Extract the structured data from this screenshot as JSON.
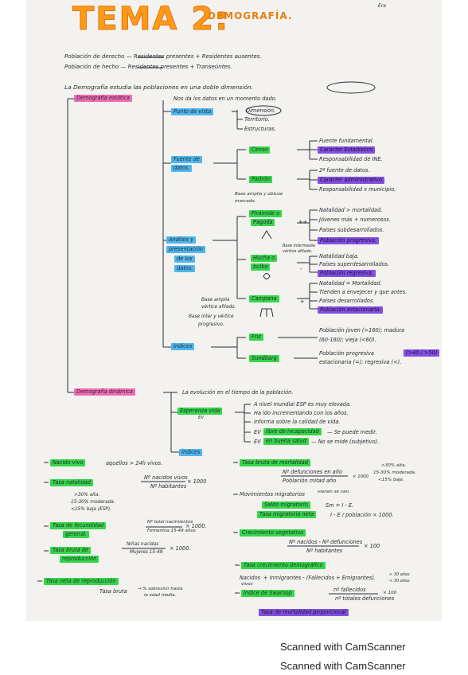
{
  "header": {
    "title": "TEMA 2:",
    "subtitle": "DEMOGRAFÍA.",
    "corner": "Era"
  },
  "definitions": [
    "Población de derecho — Residentes presentes + Residentes ausentes.",
    "Población de hecho — Residentes presentes + Transeúntes."
  ],
  "intro": "La Demografía estudia las poblaciones en una doble dimensión.",
  "estatica": {
    "label": "Demografía estática",
    "desc": "Nos da los datos en un momento dado.",
    "punto_vista": {
      "label": "Punto de vista",
      "items": [
        "Dimensión.",
        "Territorio.",
        "Estructuras."
      ]
    },
    "fuente": {
      "label": [
        "Fuente de",
        "datos."
      ],
      "censo": {
        "label": "Censo",
        "items": [
          "Fuente fundamental.",
          "Carácter Estadístico",
          "Responsabilidad de INE."
        ]
      },
      "padron": {
        "label": "Padrón",
        "items": [
          "2ª fuente de datos.",
          "Carácter administrativo",
          "Responsabilidad x municipio."
        ]
      },
      "nota": [
        "Base amplia y obtuse",
        "marcado."
      ]
    },
    "analisis": {
      "label": [
        "Análisis y",
        "presentación",
        "de los",
        "datos."
      ],
      "piramide": {
        "label": [
          "Pirámide o",
          "Pagoda"
        ],
        "sign": "++",
        "items": [
          "Natalidad > mortalidad.",
          "Jóvenes más + numerosos.",
          "Países subdesarrollados.",
          "Población progresiva."
        ]
      },
      "hucha": {
        "label": [
          "Hucha o",
          "bulbo"
        ],
        "sign": "-",
        "note": [
          "Base intermedia",
          "vértice afilado."
        ],
        "items": [
          "Natalidad baja.",
          "Países superdesarrollados.",
          "Población regresiva."
        ]
      },
      "campana": {
        "label": "Campana",
        "sign": "+",
        "note": [
          "Base amplia",
          "vértice afilado."
        ],
        "note2": [
          "Base inter y vértice",
          "progresivo."
        ],
        "items": [
          "Natalidad = Mortalidad.",
          "Tienden a envejecer y que antes.",
          "Países desarrollados.",
          "Población estacionaria."
        ]
      }
    },
    "indices": {
      "label": "Índices",
      "friz": {
        "label": "Friz",
        "items": [
          "Población joven (>160); madura",
          "(60-160); vieja (<60)."
        ]
      },
      "sundbarg": {
        "label": "Sundbarg",
        "items": [
          "Población progresiva",
          "(>40 / >50)",
          "estacionaria (=); regresiva (<)."
        ]
      }
    }
  },
  "dinamica": {
    "label": "Demografía dinámica",
    "desc": "La evolución en el tiempo de la población.",
    "esperanza": {
      "label": "Esperanza vida",
      "sub": "EV"
    },
    "items": [
      "A nivel mundial ESP es muy elevada.",
      "Ha ido incrementando con los años.",
      "Informa sobre la calidad de vida."
    ],
    "ev_libre": [
      "EV",
      "libre de incapacidad",
      "— Se puede medir."
    ],
    "ev_salud": [
      "EV",
      "en buena salud",
      "— No se mide (subjetivo)."
    ],
    "indices": "Índices"
  },
  "left_col": {
    "nacido": {
      "label": "Nacido vivo",
      "text": "aquellos > 24h vivos."
    },
    "natalidad": {
      "label": "Tasa natalidad",
      "num": "Nº nacidos vivos",
      "den": "Nº habitantes",
      "mult": "× 1000",
      "ranges": [
        ">30% alta.",
        "15-30% moderada.",
        "<15% baja (ESP)."
      ]
    },
    "fecundidad": {
      "label": [
        "Tasa de fecundidad",
        "general."
      ],
      "num": "Nº total nacimientos",
      "den": "Femenina 15-49 años",
      "mult": "× 1000."
    },
    "reproduccion": {
      "label": [
        "Tasa bruta de",
        "reproducción"
      ],
      "num": "Niñas nacidas",
      "den": "Mujeres 15-49",
      "mult": "× 1000."
    },
    "neta": {
      "label": "Tasa neta de reproducción",
      "text": [
        "Tasa bruta",
        "→ % sobrevivir hasta",
        "la edad media."
      ]
    }
  },
  "right_col": {
    "mortalidad": {
      "label": "Tasa bruta de mortalidad",
      "num": "Nº defunciones en año",
      "den": "Población mitad año",
      "mult": "× 1000",
      "ranges": [
        ">30% alta.",
        "15-30% moderada.",
        "<15% baja."
      ]
    },
    "migratorios": {
      "label": "Movimientos migratorios",
      "top": "vienen  se van.",
      "saldo": "Saldo migratorio",
      "saldo_f": "Sm = I - E.",
      "neta": "Tasa migratoria neta",
      "neta_f": "I - E / población × 1000."
    },
    "vegetativo": {
      "label": "Crecimiento vegetativo",
      "num": "Nº nacidos - Nº defunciones",
      "den": "Nº habitantes",
      "mult": "× 100"
    },
    "demografico": {
      "label": "Tasa crecimiento demográfico",
      "text": [
        "Nacidos",
        "+ Inmigrantes - (Fallecidos + Emigrantes).",
        "vivos"
      ],
      "years": [
        "> 30 años",
        "< 30 años"
      ]
    },
    "swaroop": {
      "label": "Índice de Swaroop",
      "num": "nº fallecidos",
      "den": "nº totales defunciones",
      "mult": "× 100"
    },
    "proporcional": {
      "label": "Tasa de mortalidad proporcional"
    }
  },
  "footer": [
    "Scanned with CamScanner",
    "Scanned with CamScanner"
  ],
  "colors": {
    "pink": "#f26ab4",
    "green": "#35d64a",
    "purple": "#8250e0",
    "blue": "#4fb6ee",
    "orange": "#ff9a18"
  }
}
